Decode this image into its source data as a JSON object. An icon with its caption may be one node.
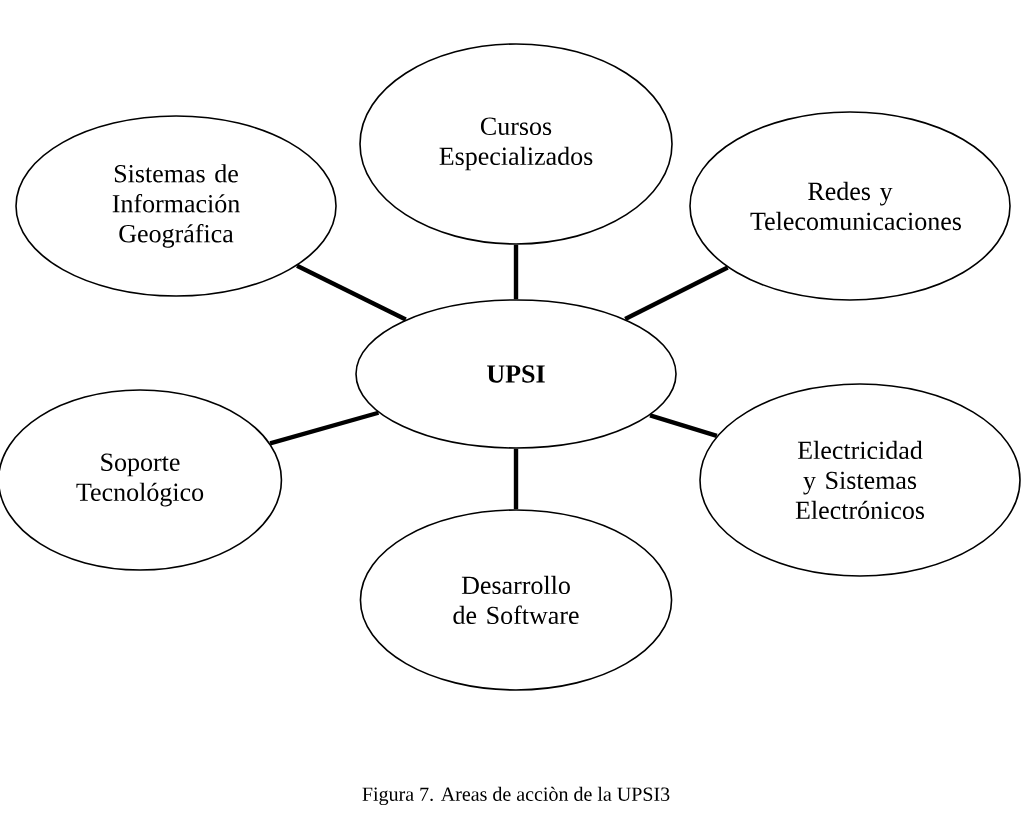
{
  "diagram": {
    "caption": "Figura 7. Areas de acciòn de la UPSI3",
    "nodes": [
      {
        "text": [
          "Cursos Especializados"
        ]
      },
      {
        "text": [
          "Sistemas de Información Geográfica"
        ]
      },
      {
        "text": [
          "Redes y Telecomunicaciones"
        ]
      },
      {
        "text": [
          "UPSI"
        ]
      },
      {
        "text": [
          "Soporte Tecnológico"
        ]
      },
      {
        "text": [
          "Electricidad y Sistemas Electrónicos"
        ]
      },
      {
        "text": [
          "Desarrollo de Software"
        ]
      }
    ],
    "edges": [
      {
        "from": 3,
        "to": 0,
        "arrow": "none"
      },
      {
        "from": 3,
        "to": 1,
        "arrow": "none"
      },
      {
        "from": 3,
        "to": 2,
        "arrow": "none"
      },
      {
        "from": 3,
        "to": 4,
        "arrow": "none"
      },
      {
        "from": 3,
        "to": 5,
        "arrow": "none"
      },
      {
        "from": 3,
        "to": 6,
        "arrow": "none"
      }
    ]
  }
}
